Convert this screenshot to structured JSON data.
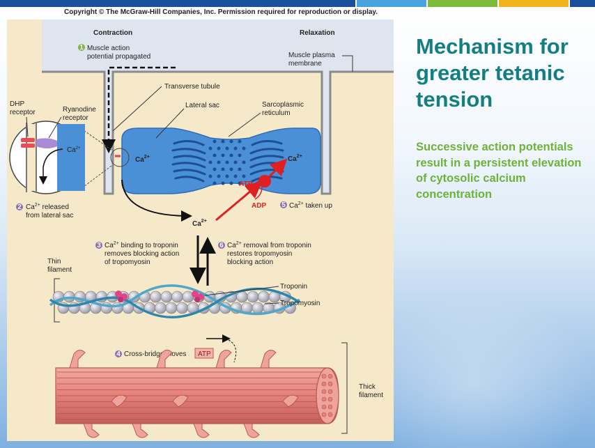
{
  "slide": {
    "title": "Mechanism for greater tetanic tension",
    "subtitle": "Successive action potentials result in a persistent elevation of cytosolic calcium concentration"
  },
  "figure": {
    "copyright": "Copyright © The McGraw-Hill Companies, Inc. Permission required for reproduction or display.",
    "contraction": "Contraction",
    "relaxation": "Relaxation",
    "step1": {
      "num": "1",
      "line1": "Muscle action",
      "line2": "potential propagated"
    },
    "muscle_plasma_membrane": {
      "line1": "Muscle plasma",
      "line2": "membrane"
    },
    "transverse_tubule": "Transverse tubule",
    "lateral_sac": "Lateral sac",
    "sarcoplasmic_reticulum": {
      "line1": "Sarcoplasmic",
      "line2": "reticulum"
    },
    "dhp_receptor": {
      "line1": "DHP",
      "line2": "receptor"
    },
    "ryanodine_receptor": {
      "line1": "Ryanodine",
      "line2": "receptor"
    },
    "ca_label": "Ca",
    "ca_sup": "2+",
    "atp": "ATP",
    "adp": "ADP",
    "step2": {
      "num": "2",
      "text": "Ca",
      "sup": "2+",
      "rest": " released",
      "line2": "from lateral sac"
    },
    "step5": {
      "num": "5",
      "text": "Ca",
      "sup": "2+",
      "rest": " taken up"
    },
    "step3": {
      "num": "3",
      "text": "Ca",
      "sup": "2+",
      "rest": " binding to troponin",
      "line2": "removes blocking action",
      "line3": "of tropomyosin"
    },
    "step6": {
      "num": "6",
      "text": "Ca",
      "sup": "2+",
      "rest": " removal from troponin",
      "line2": "restores tropomyosin",
      "line3": "blocking action"
    },
    "thin_filament": {
      "line1": "Thin",
      "line2": "filament"
    },
    "troponin": "Troponin",
    "tropomyosin": "Tropomyosin",
    "step4": {
      "num": "4",
      "text": "Cross-bridge moves"
    },
    "thick_filament": {
      "line1": "Thick",
      "line2": "filament"
    }
  },
  "colors": {
    "title": "#137f82",
    "subtitle": "#6fb23a",
    "step_green": "#7cb542",
    "step_purple": "#8e6dae",
    "sr_blue": "#4b8fd6",
    "arrow_red": "#e02020",
    "thick_filament": "#e4807a"
  }
}
